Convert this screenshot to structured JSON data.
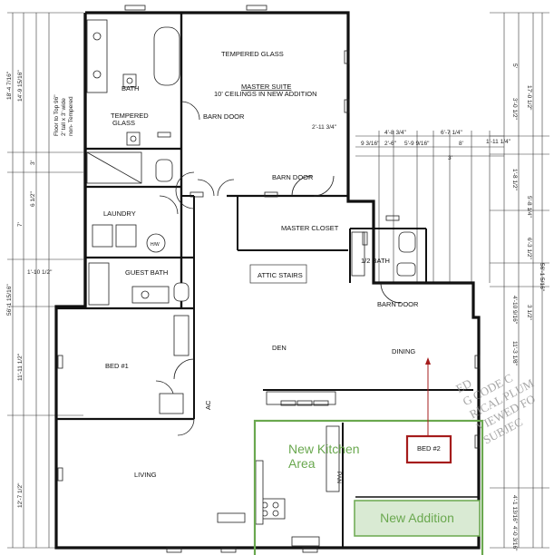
{
  "plan": {
    "rooms": {
      "master_suite": "MASTER SUITE",
      "ceilings": "10' CEILINGS IN NEW ADDITION",
      "bath": "BATH",
      "tempered_glass_top": "TEMPERED GLASS",
      "tempered_glass_left": "TEMPERED",
      "glass": "GLASS",
      "barn_door_1": "BARN DOOR",
      "barn_door_2": "BARN DOOR",
      "barn_door_3": "BARN DOOR",
      "laundry": "LAUNDRY",
      "hw": "H/W",
      "master_closet": "MASTER CLOSET",
      "guest_bath": "GUEST BATH",
      "attic_stairs": "ATTIC STAIRS",
      "half_bath": "1/2 BATH",
      "bed1": "BED #1",
      "den": "DEN",
      "dining": "DINING",
      "ac": "AC",
      "living": "LIVING",
      "pan": "PAN",
      "bed2": "BED #2"
    },
    "side_note": [
      "Floor to Top 96\"",
      "2' tall x 3' wide",
      "non- Tempered"
    ],
    "dimensions": {
      "left": [
        "18'-4 7/16\"",
        "14'-9 15/16\"",
        "3'",
        "6 1/2\"",
        "7'",
        "1'-10 1/2\"",
        "56'-1 15/16\"",
        "11'-11 1/2\"",
        "12'-7 1/2\""
      ],
      "right": [
        "5'",
        "17'-0 1/2\"",
        "3'-0 1/2\"",
        "1'-11 1/4\"",
        "1'-8 1/2\"",
        "5'-8 1/4\"",
        "6'-3 1/2\"",
        "56'-1 5/16\"",
        "4'-10 9/16\"",
        "3 1/2\"",
        "11'-3 1/8\"",
        "4'-1 13/16\"",
        "4'-0 3/16\""
      ],
      "top": [
        "4'-8 3/4\"",
        "6'-7 1/4\"",
        "2'-6\"",
        "5'-9 9/16\"",
        "8'",
        "3'",
        "2'-11 3/4\"",
        "9 3/16\""
      ]
    },
    "stamp_text": [
      "ED",
      "G CODE C",
      "RICAL PLUM",
      "VIEWED FO",
      "SUBJEC"
    ]
  },
  "annotations": {
    "kitchen": "New Kitchen Area",
    "addition": "New Addition",
    "green": "#6aa84f",
    "red": "#a51c1c"
  }
}
